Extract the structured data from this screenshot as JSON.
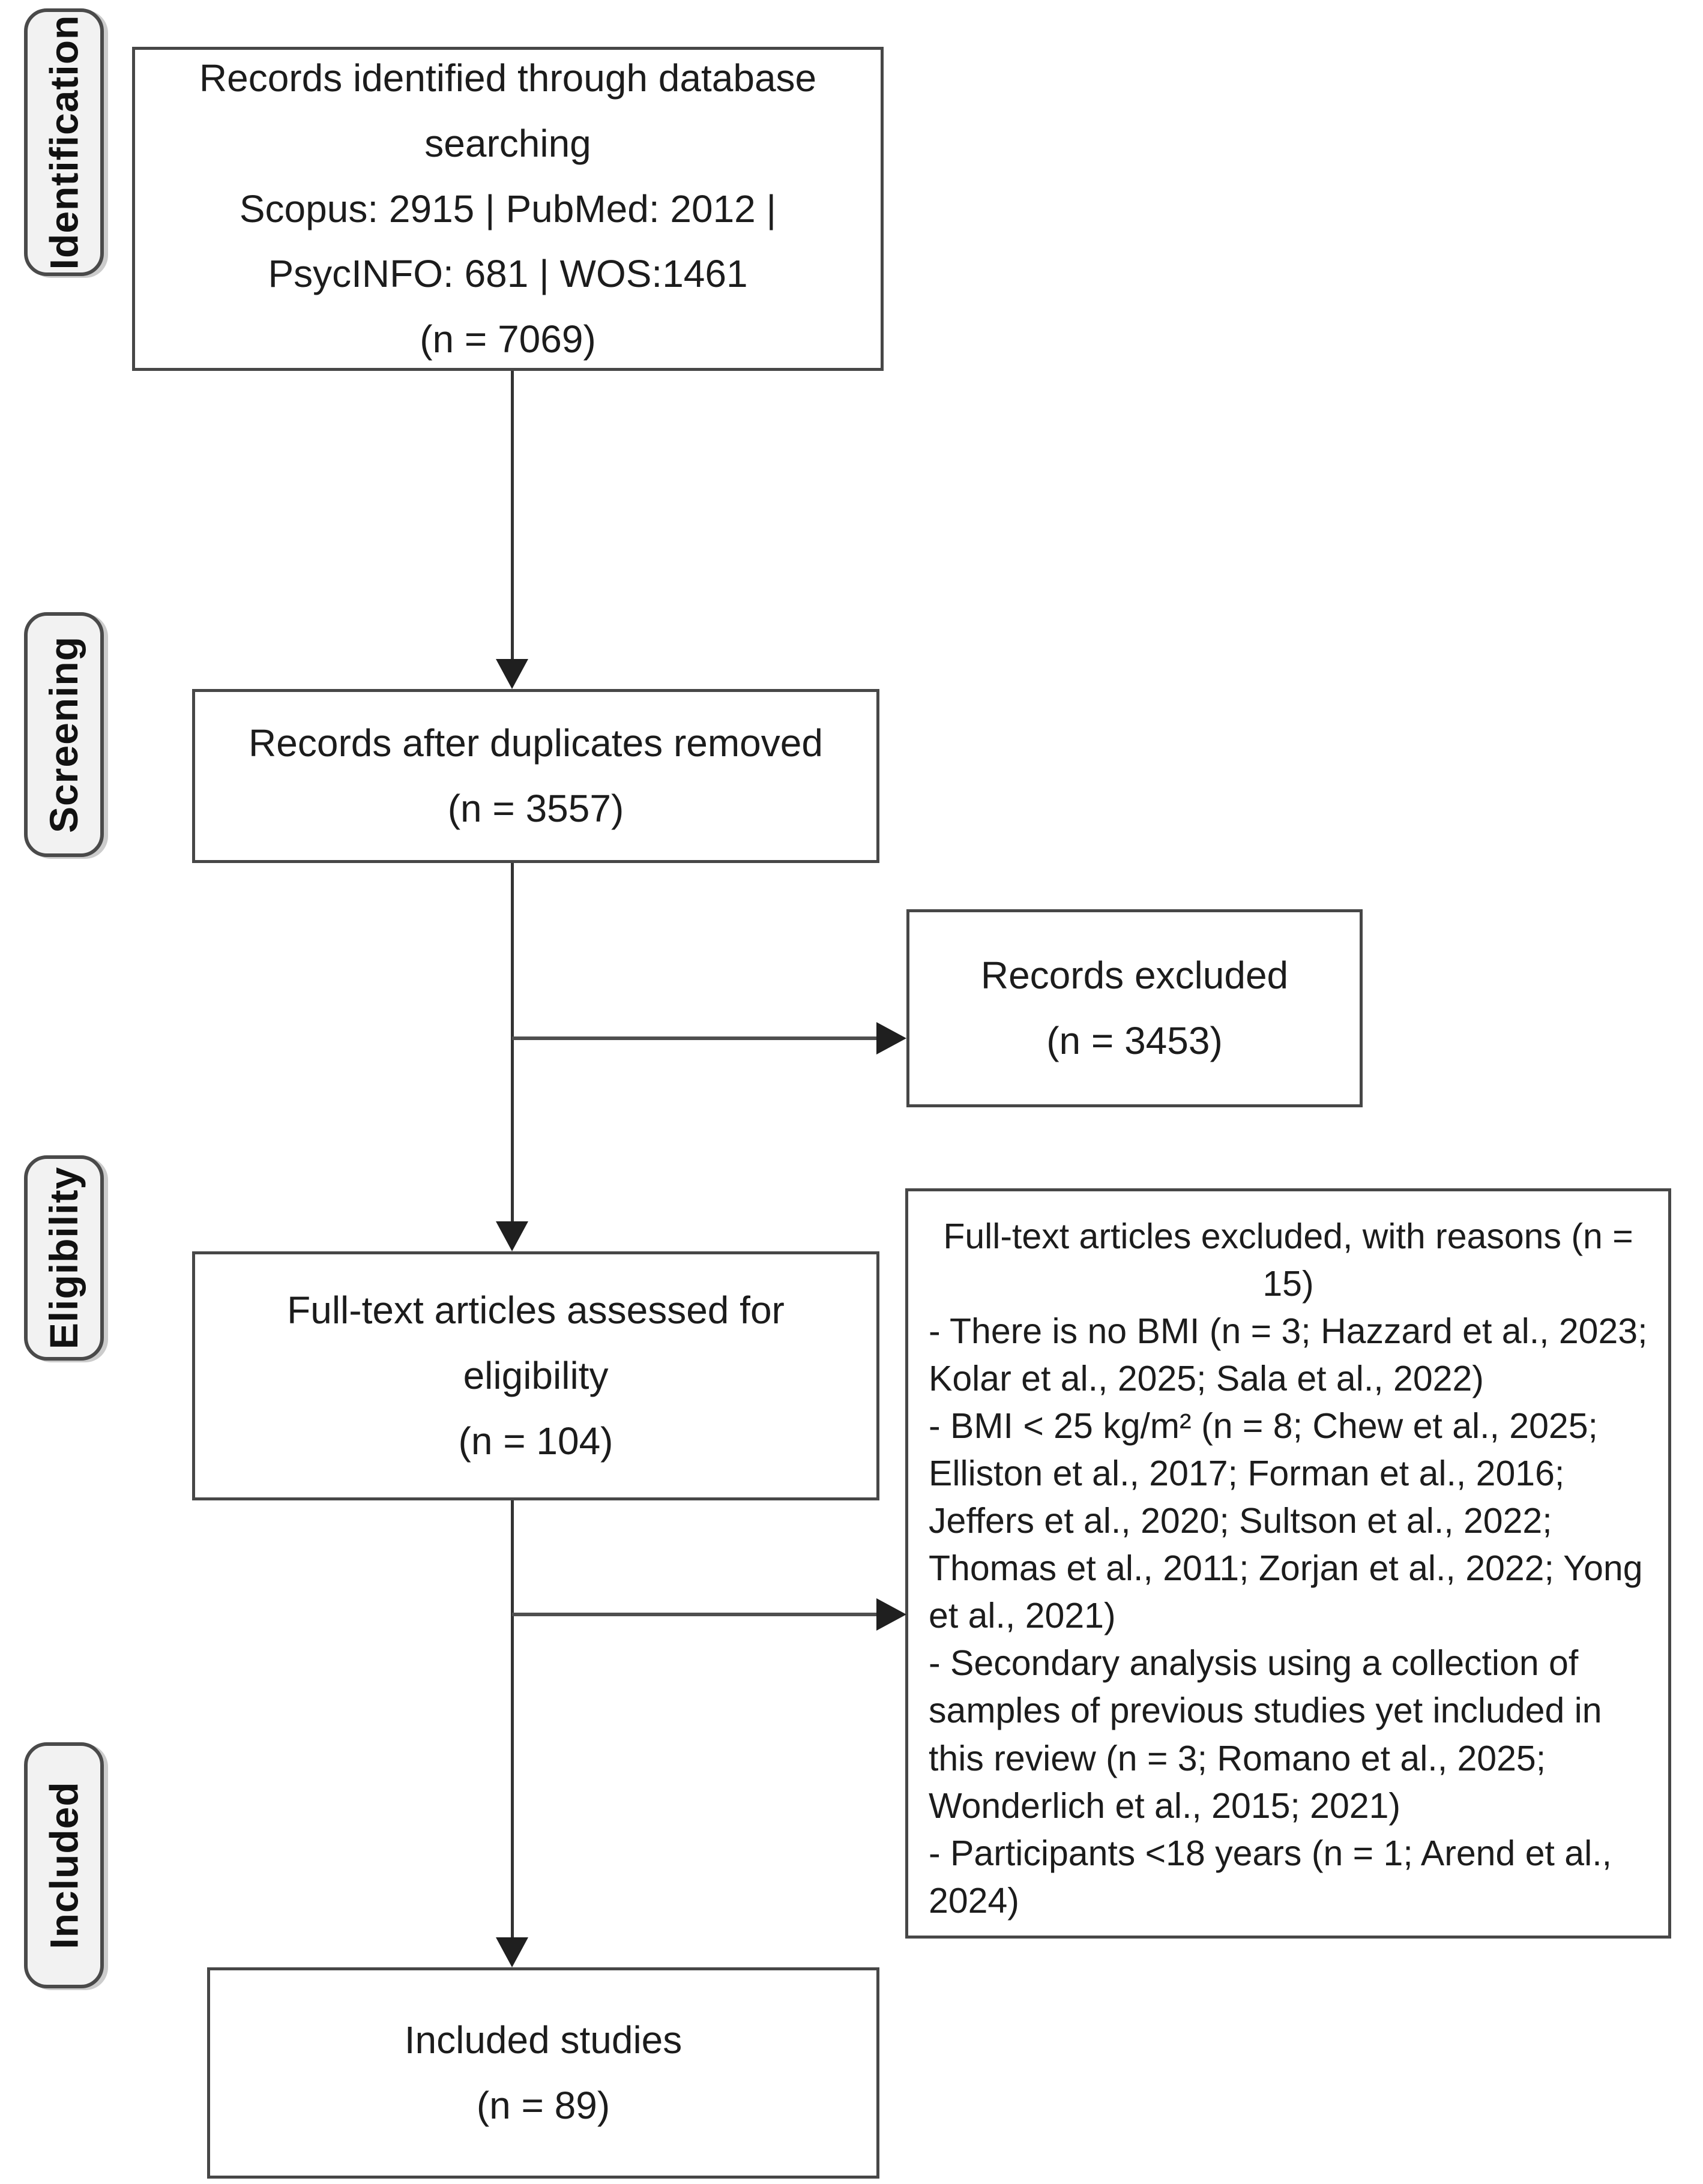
{
  "sidebar": {
    "identification": "Identification",
    "screening": "Screening",
    "eligibility": "Eligibility",
    "included": "Included"
  },
  "boxes": {
    "records_identified": "Records identified through database\nsearching\nScopus: 2915 | PubMed: 2012 |\nPsycINFO: 681 | WOS:1461\n(n = 7069)",
    "duplicates_removed": "Records after duplicates removed\n(n = 3557)",
    "records_excluded": "Records excluded\n(n = 3453)",
    "fulltext_assessed": "Full-text articles assessed for\neligibility\n(n = 104)",
    "included_studies": "Included studies\n(n = 89)",
    "excluded_reasons": {
      "heading": "Full-text articles excluded, with reasons (n = 15)",
      "items": [
        "- There is no BMI (n = 3; Hazzard et al., 2023; Kolar et al., 2025; Sala et al., 2022)",
        "- BMI < 25 kg/m² (n = 8; Chew et al., 2025; Elliston et al., 2017; Forman et al., 2016; Jeffers et al., 2020; Sultson et al., 2022; Thomas et al., 2011; Zorjan et al., 2022; Yong et al., 2021)",
        "- Secondary analysis using a collection of samples of previous studies yet included in this review (n = 3; Romano et al., 2025; Wonderlich et al., 2015; 2021)",
        "- Participants <18 years (n = 1; Arend et al., 2024)"
      ]
    }
  }
}
